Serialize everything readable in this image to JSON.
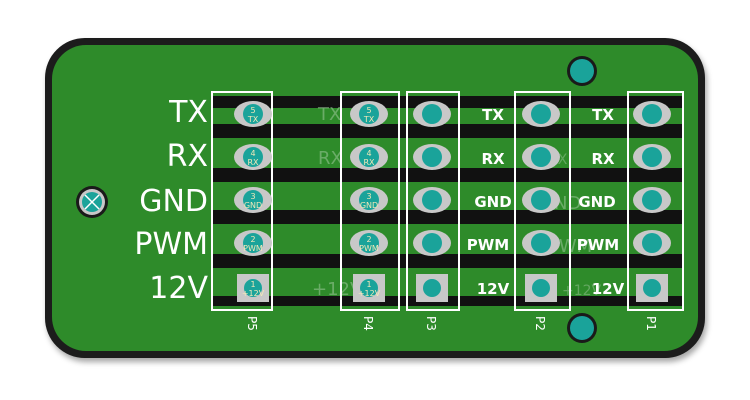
{
  "left_labels": [
    "TX",
    "RX",
    "GND",
    "PWM",
    "12V"
  ],
  "middle_labels": [
    "TX",
    "RX",
    "GND",
    "PWM",
    "12V"
  ],
  "ghost_labels": [
    "TX",
    "RX",
    "GND",
    "PWM",
    "+12V"
  ],
  "connectors": [
    {
      "name": "P5",
      "label": "P5",
      "pads": [
        {
          "num": "5",
          "sig": "TX"
        },
        {
          "num": "4",
          "sig": "RX"
        },
        {
          "num": "3",
          "sig": "GND"
        },
        {
          "num": "2",
          "sig": "PWM"
        },
        {
          "num": "1",
          "sig": "+12V"
        }
      ]
    },
    {
      "name": "P4",
      "label": "P4",
      "pads": [
        {
          "num": "5",
          "sig": "TX"
        },
        {
          "num": "4",
          "sig": "RX"
        },
        {
          "num": "3",
          "sig": "GND"
        },
        {
          "num": "2",
          "sig": "PWM"
        },
        {
          "num": "1",
          "sig": "+12V"
        }
      ]
    },
    {
      "name": "P3",
      "label": "P3",
      "pads": [
        {
          "num": "",
          "sig": ""
        },
        {
          "num": "",
          "sig": ""
        },
        {
          "num": "",
          "sig": ""
        },
        {
          "num": "",
          "sig": ""
        },
        {
          "num": "",
          "sig": ""
        }
      ]
    },
    {
      "name": "P2",
      "label": "P2",
      "pads": [
        {
          "num": "",
          "sig": ""
        },
        {
          "num": "",
          "sig": ""
        },
        {
          "num": "",
          "sig": ""
        },
        {
          "num": "",
          "sig": ""
        },
        {
          "num": "",
          "sig": ""
        }
      ]
    },
    {
      "name": "P1",
      "label": "P1",
      "pads": [
        {
          "num": "",
          "sig": ""
        },
        {
          "num": "",
          "sig": ""
        },
        {
          "num": "",
          "sig": ""
        },
        {
          "num": "",
          "sig": ""
        },
        {
          "num": "",
          "sig": ""
        }
      ]
    }
  ],
  "colors": {
    "board": "#2e8b2a",
    "board_edge": "#1a1a1a",
    "pad": "#c8c8c8",
    "pad_center": "#1aa39a",
    "trace": "#111111",
    "silkscreen": "#ffffff"
  }
}
